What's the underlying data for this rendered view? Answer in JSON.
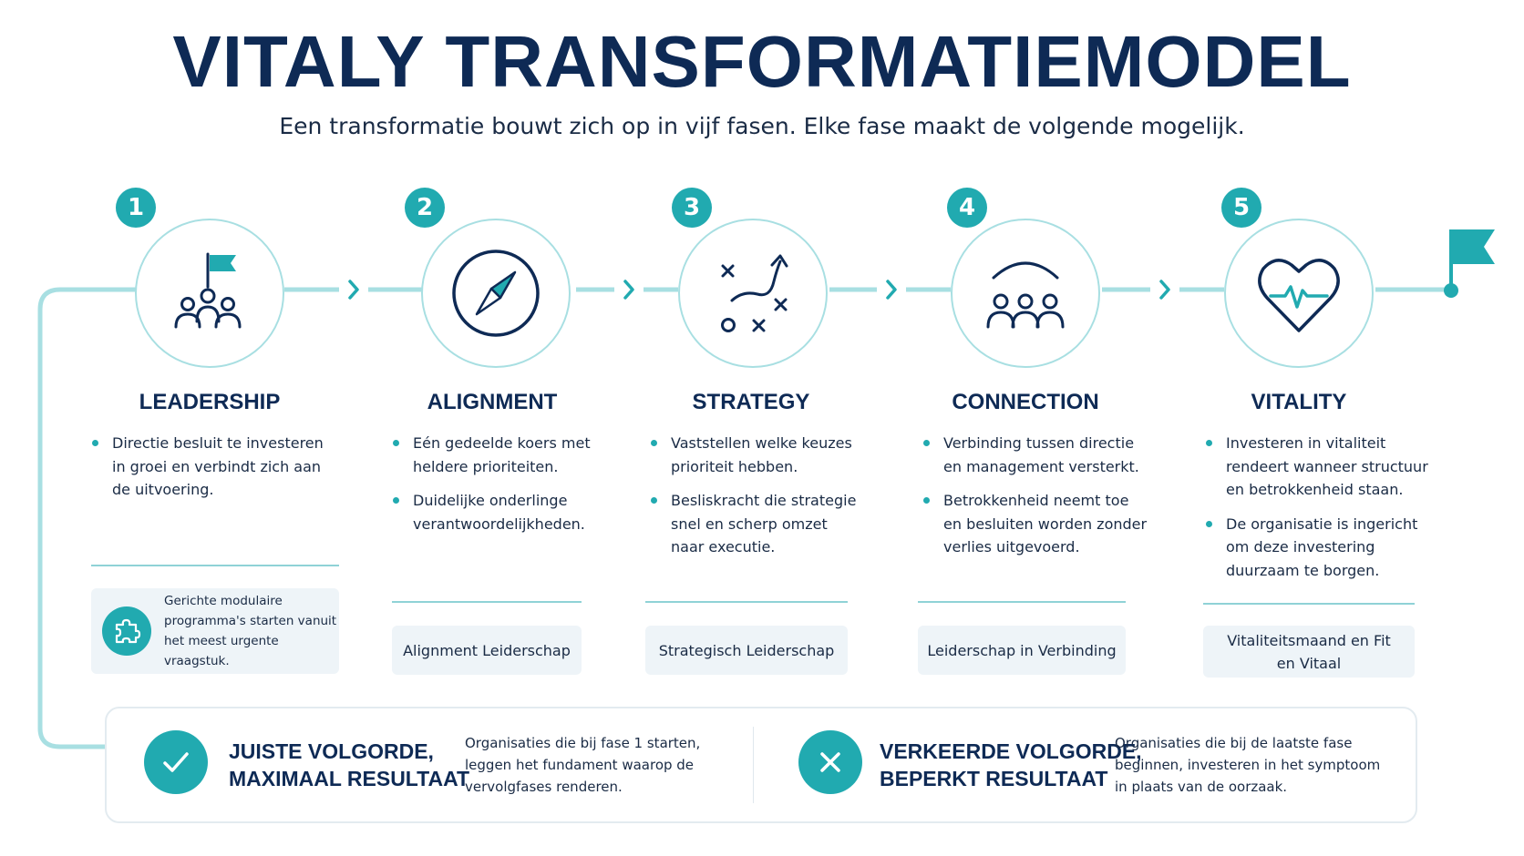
{
  "title": "VITALY TRANSFORMATIEMODEL",
  "subtitle": "Een transformatie bouwt zich op in vijf fasen. Elke fase maakt de volgende mogelijk.",
  "colors": {
    "accent": "#21aab0",
    "navy": "#0e2a55",
    "connector": "#a8dfe2",
    "panel": "#eef4f8"
  },
  "phases": [
    {
      "number": "1",
      "title": "LEADERSHIP",
      "icon": "leader-flag-icon",
      "bullets": [
        "Directie besluit te investeren in groei en verbindt zich aan de uitvoering."
      ],
      "program": "Gerichte modulaire programma's starten vanuit het meest urgente vraagstuk.",
      "program_icon": "puzzle-icon"
    },
    {
      "number": "2",
      "title": "ALIGNMENT",
      "icon": "compass-icon",
      "bullets": [
        "Eén gedeelde koers met heldere prioriteiten.",
        "Duidelijke onderlinge verantwoordelijkheden."
      ],
      "program": "Alignment Leiderschap"
    },
    {
      "number": "3",
      "title": "STRATEGY",
      "icon": "strategy-play-icon",
      "bullets": [
        "Vaststellen welke keuzes prioriteit hebben.",
        "Besliskracht die strategie snel en scherp omzet naar executie."
      ],
      "program": "Strategisch Leiderschap"
    },
    {
      "number": "4",
      "title": "CONNECTION",
      "icon": "team-connection-icon",
      "bullets": [
        "Verbinding tussen directie en management versterkt.",
        "Betrokkenheid neemt toe en besluiten worden zonder verlies uitgevoerd."
      ],
      "program": "Leiderschap in Verbinding"
    },
    {
      "number": "5",
      "title": "VITALITY",
      "icon": "heart-pulse-icon",
      "bullets": [
        "Investeren in vitaliteit rendeert wanneer structuur en betrokkenheid staan.",
        "De organisatie is ingericht om deze investering duurzaam te borgen."
      ],
      "program": "Vitaliteitsmaand en Fit en Vitaal"
    }
  ],
  "outcomes": {
    "right": {
      "icon": "checkmark-icon",
      "title_line1": "JUISTE VOLGORDE,",
      "title_line2": "MAXIMAAL RESULTAAT",
      "text": "Organisaties die bij fase 1 starten, leggen het fundament waarop de vervolgfases renderen."
    },
    "wrong": {
      "icon": "cross-icon",
      "title_line1": "VERKEERDE VOLGORDE,",
      "title_line2": "BEPERKT RESULTAAT",
      "text": "Organisaties die bij de laatste fase beginnen, investeren in het symptoom in plaats van de oorzaak."
    }
  }
}
